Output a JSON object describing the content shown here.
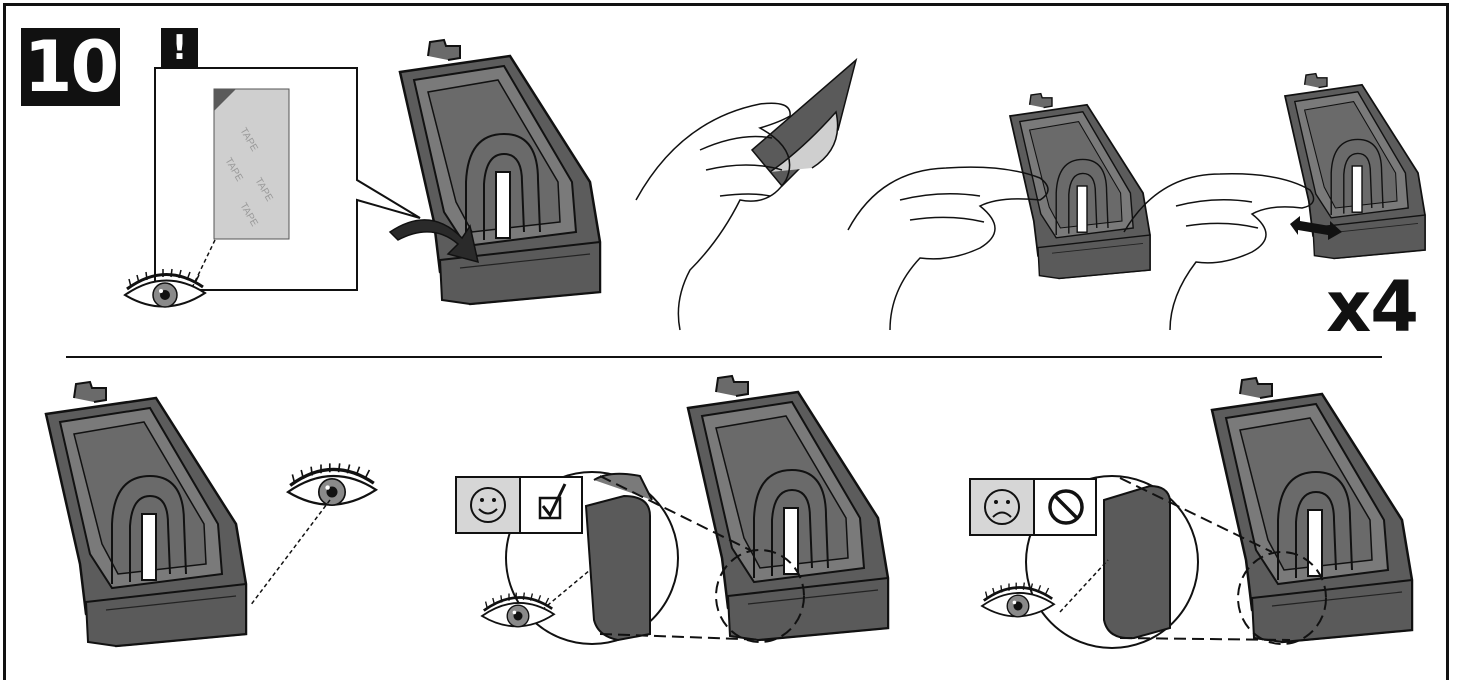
{
  "step": {
    "number": "10",
    "warning_mark": "!"
  },
  "quantity": {
    "label": "x4"
  },
  "tape": {
    "label": "TAPE"
  },
  "colors": {
    "ink": "#111111",
    "part_fill": "#5c5c5c",
    "part_dark": "#444444",
    "tape_fill": "#cfcfcf",
    "panel_grey": "#d6d6d6"
  },
  "icons": {
    "good": [
      "smiley-icon",
      "checkbox-checked-icon"
    ],
    "bad": [
      "frown-icon",
      "prohibited-icon"
    ],
    "other": [
      "eye-icon",
      "hand-icon",
      "curved-arrow-icon",
      "double-arrow-icon",
      "magnifier-circle-icon"
    ]
  }
}
